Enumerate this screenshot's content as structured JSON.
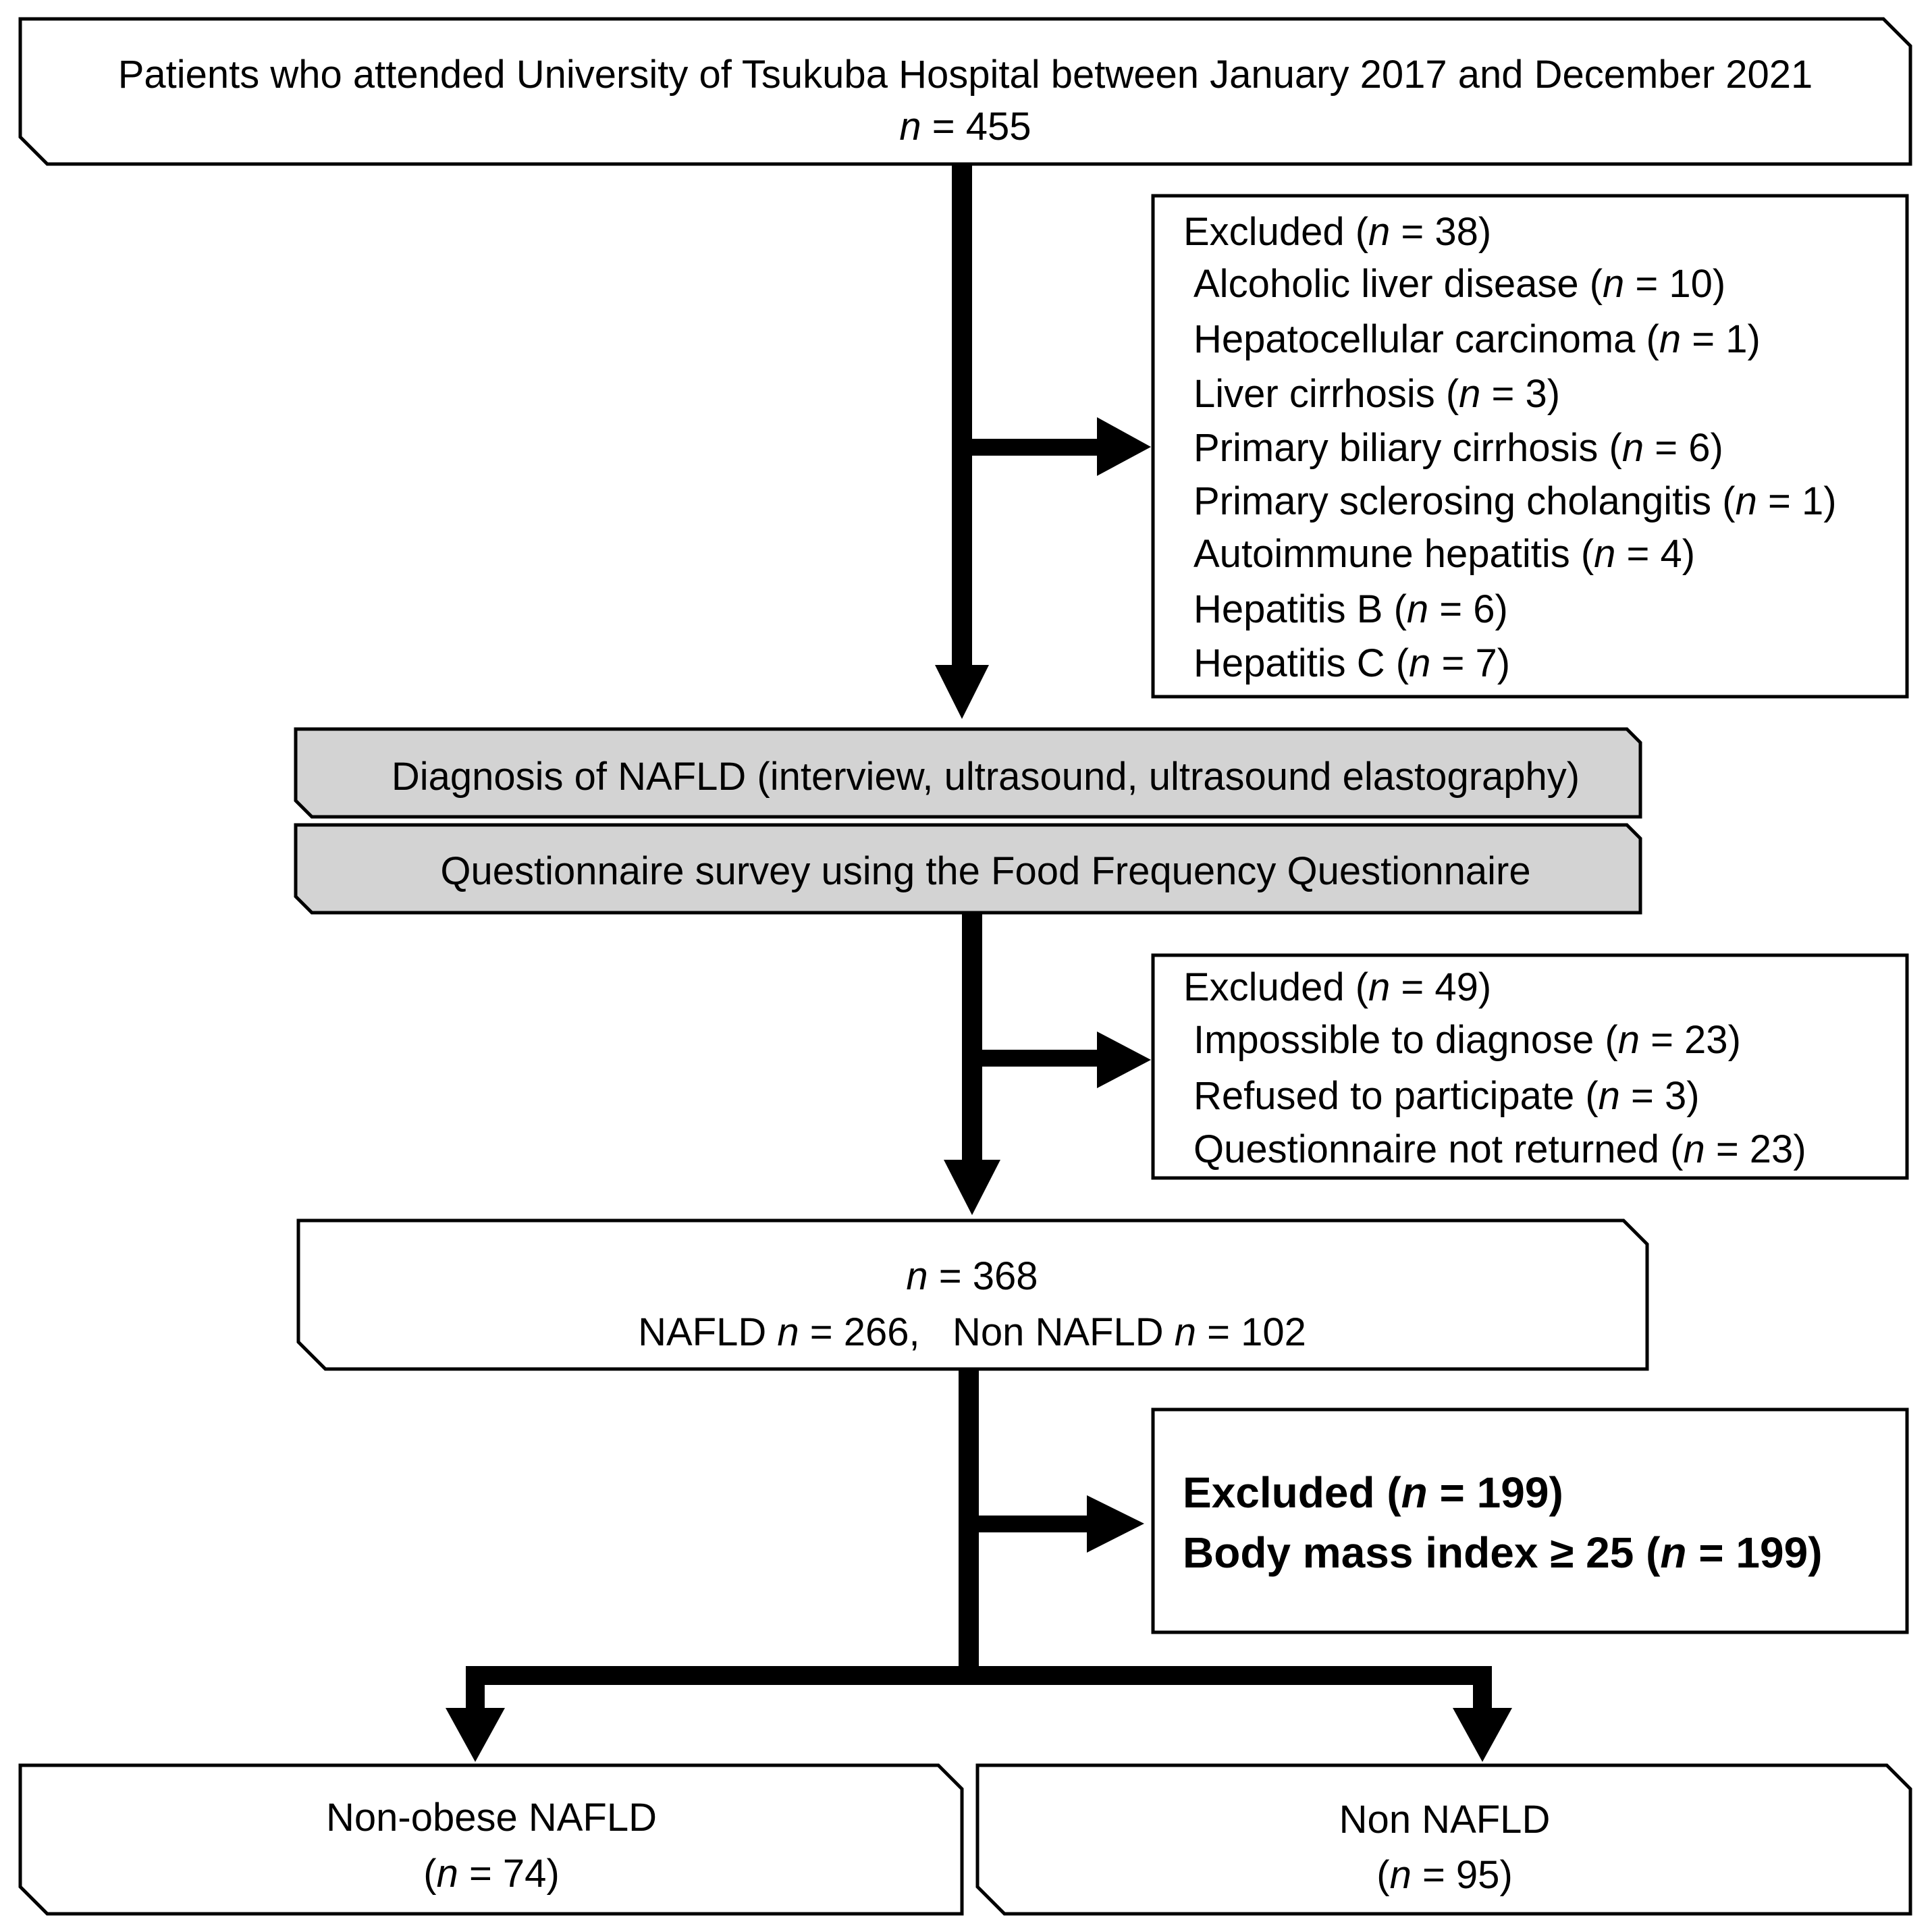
{
  "top_box": {
    "line1": "Patients who attended University of Tsukuba Hospital between January 2017 and December 2021",
    "n_label": "n",
    "n_value": " = 455"
  },
  "exclusion1": {
    "header_pre": "Excluded (",
    "header_n": "n",
    "header_post": " = 38)",
    "items": [
      {
        "label": "Alcoholic liver disease (",
        "n": "n",
        "value": " = 10)"
      },
      {
        "label": "Hepatocellular carcinoma (",
        "n": "n",
        "value": " = 1)"
      },
      {
        "label": "Liver cirrhosis (",
        "n": "n",
        "value": " = 3)"
      },
      {
        "label": "Primary biliary cirrhosis (",
        "n": "n",
        "value": " = 6)"
      },
      {
        "label": "Primary sclerosing cholangitis (",
        "n": "n",
        "value": " = 1)"
      },
      {
        "label": "Autoimmune hepatitis (",
        "n": "n",
        "value": " = 4)"
      },
      {
        "label": "Hepatitis B (",
        "n": "n",
        "value": " = 6)"
      },
      {
        "label": "Hepatitis C (",
        "n": "n",
        "value": " = 7)"
      }
    ]
  },
  "diagnosis_box": {
    "text": "Diagnosis of NAFLD (interview, ultrasound, ultrasound elastography)"
  },
  "questionnaire_box": {
    "text": "Questionnaire survey using the Food Frequency Questionnaire"
  },
  "exclusion2": {
    "header_pre": "Excluded (",
    "header_n": "n",
    "header_post": " = 49)",
    "items": [
      {
        "label": "Impossible to diagnose (",
        "n": "n",
        "value": " = 23)"
      },
      {
        "label": "Refused to participate (",
        "n": "n",
        "value": " = 3)"
      },
      {
        "label": "Questionnaire not returned (",
        "n": "n",
        "value": " = 23)"
      }
    ]
  },
  "middle_box": {
    "n_label": "n",
    "n_value": " = 368",
    "nafld_pre": "NAFLD ",
    "nafld_n": "n",
    "nafld_value": " = 266,   Non NAFLD ",
    "non_n": "n",
    "non_value": " = 102"
  },
  "exclusion3": {
    "line1_pre": "Excluded (",
    "line1_n": "n",
    "line1_post": " = 199)",
    "line2_pre": "Body mass index ≥ 25 (",
    "line2_n": "n",
    "line2_post": " = 199)"
  },
  "left_result": {
    "title": "Non-obese NAFLD",
    "pre": "(",
    "n": "n",
    "post": " = 74)"
  },
  "right_result": {
    "title": "Non NAFLD",
    "pre": "(",
    "n": "n",
    "post": " = 95)"
  }
}
